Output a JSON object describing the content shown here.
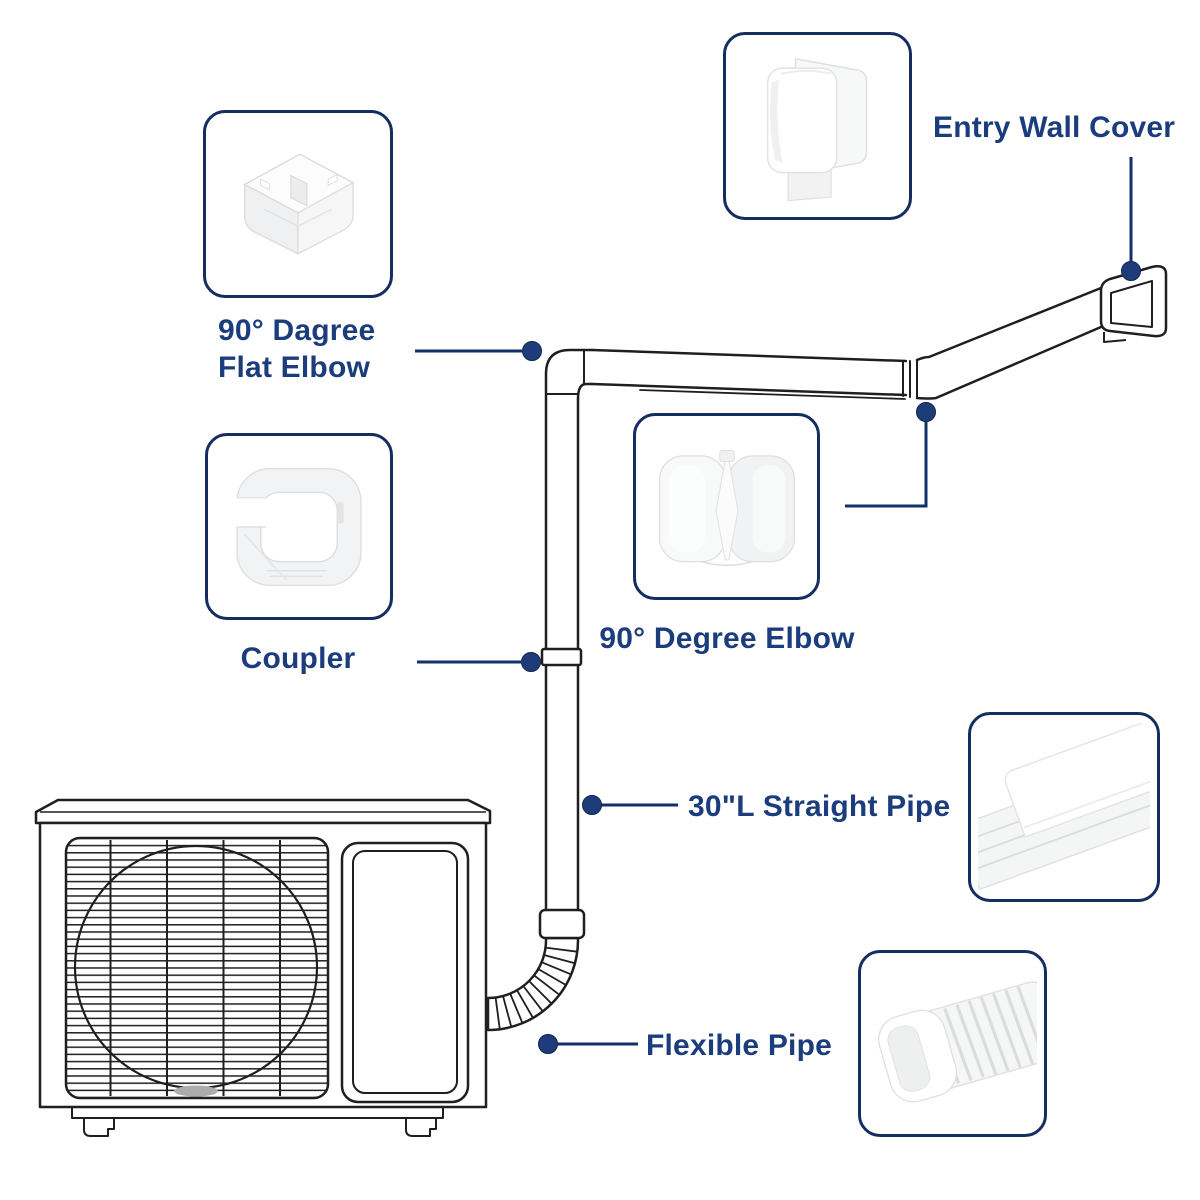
{
  "diagram": {
    "description": "AC line set cover kit installation diagram",
    "colors": {
      "label_text": "#1c3d7d",
      "leader_line": "#123069",
      "dot_fill": "#1f3c7a",
      "box_border": "#162d60",
      "drawing_line": "#1f1f1f"
    },
    "parts": {
      "flat_elbow": {
        "label": "90° Dagree\nFlat Elbow"
      },
      "coupler": {
        "label": "Coupler"
      },
      "entry_wall_cover": {
        "label": "Entry Wall Cover"
      },
      "degree_elbow": {
        "label": "90° Degree Elbow"
      },
      "straight_pipe": {
        "label": "30\"L Straight Pipe"
      },
      "flexible_pipe": {
        "label": "Flexible Pipe"
      }
    }
  }
}
